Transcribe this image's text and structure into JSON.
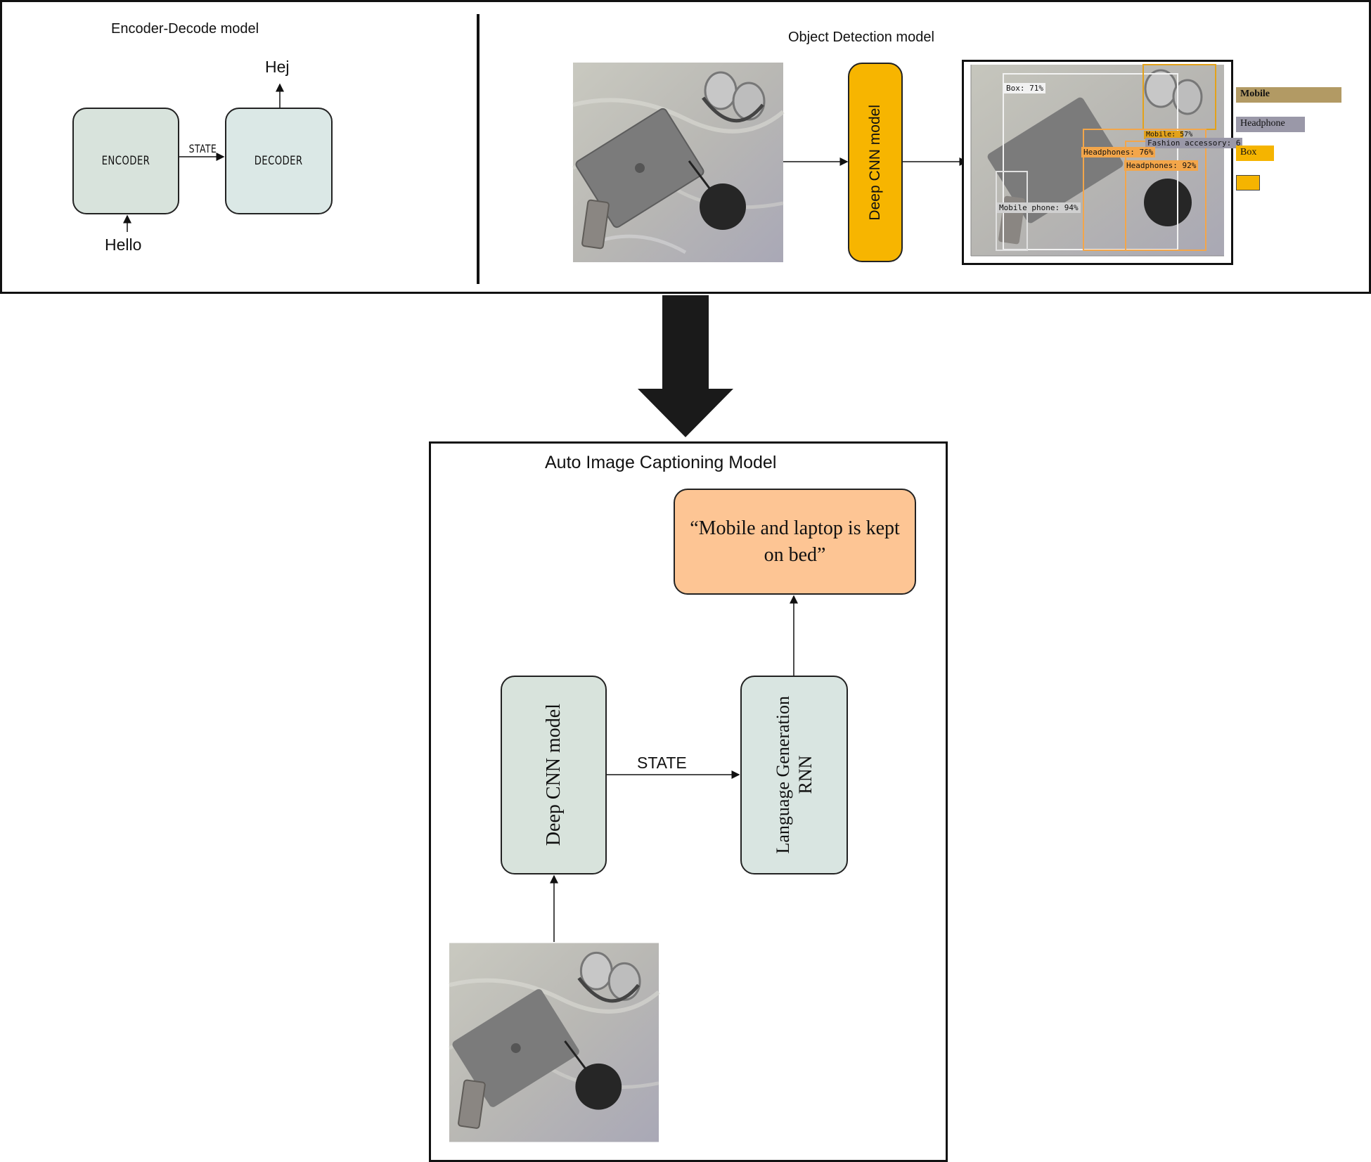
{
  "encoder_decoder": {
    "title": "Encoder-Decode model",
    "encoder_label": "ENCODER",
    "decoder_label": "DECODER",
    "state_label": "STATE",
    "input_word": "Hello",
    "output_word": "Hej"
  },
  "object_detection": {
    "title": "Object Detection model",
    "model_label": "Deep CNN model",
    "detections": {
      "box": "Box: 71%",
      "headphones_1": "Headphones: 76%",
      "headphones_2": "Headphones: 92%",
      "mobile_phone": "Mobile phone: 94%",
      "fashion": "Fashion accessory: 6",
      "top_partial": "Mobile: 57%"
    },
    "legend": [
      {
        "label": "Mobile",
        "color": "#b29a64"
      },
      {
        "label": "Headphone",
        "color": "#9a98a8"
      },
      {
        "label": "Box",
        "color": "#f5b400"
      },
      {
        "label": "",
        "color": "#f5b400"
      }
    ]
  },
  "captioning": {
    "title": "Auto Image Captioning Model",
    "caption": "“Mobile and laptop is kept on bed”",
    "cnn_label": "Deep CNN model",
    "rnn_label_line1": "Language Generation",
    "rnn_label_line2": "RNN",
    "state_label": "STATE"
  },
  "colors": {
    "encoder_fill": "#d8e3dc",
    "decoder_fill": "#dbe8e6",
    "cnn_fill": "#f7b500",
    "caption_fill": "#fdc594",
    "big_arrow": "#1a1a1a"
  }
}
